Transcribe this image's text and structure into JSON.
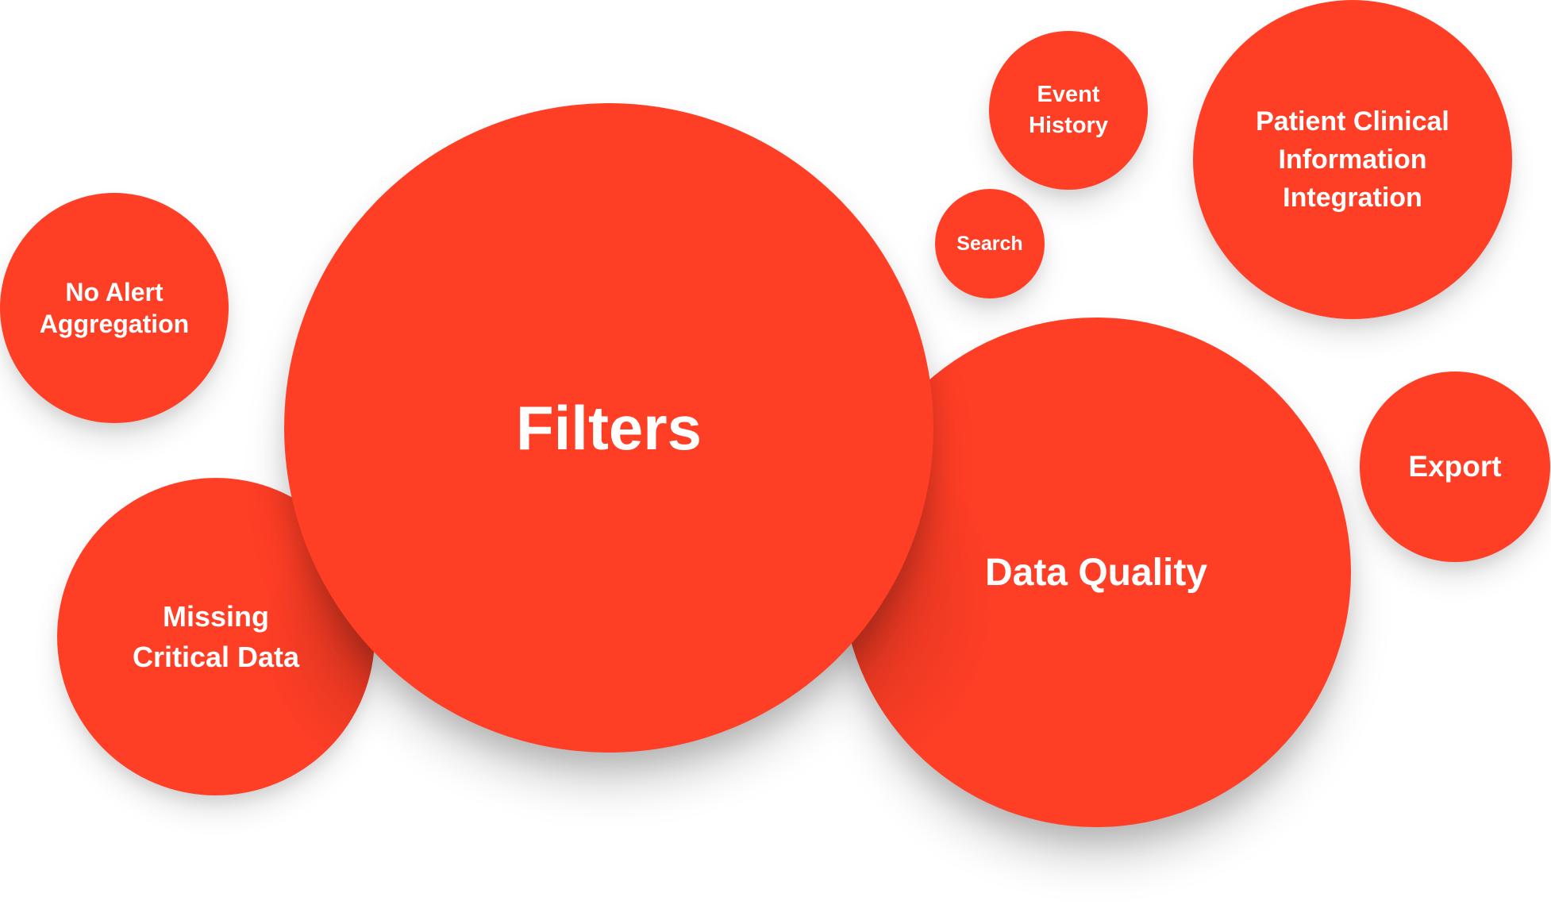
{
  "colors": {
    "bubble_fill": "#ff3e26",
    "text": "#ffffff",
    "background": "#ffffff"
  },
  "bubbles": {
    "filters": "Filters",
    "data_quality": "Data Quality",
    "missing_critical_data": "Missing\nCritical Data",
    "no_alert_aggregation": "No Alert\nAggregation",
    "event_history": "Event\nHistory",
    "search": "Search",
    "patient_clinical_information_integration": "Patient Clinical\nInformation\nIntegration",
    "export": "Export"
  }
}
